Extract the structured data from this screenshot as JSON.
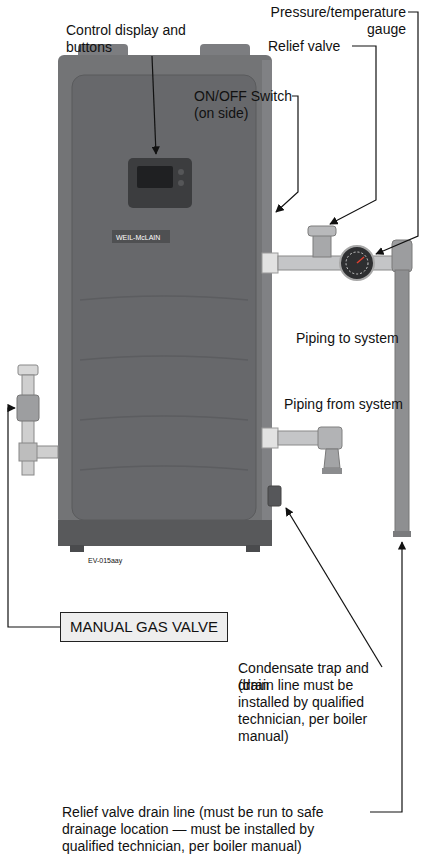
{
  "diagram": {
    "nodes": [
      {
        "text": [
          "MANUAL GAS VALVE"
        ]
      }
    ],
    "labels": [
      "Pressure/temperature gauge",
      "Control display and buttons",
      "Relief valve",
      "ON/OFF Switch (on side)",
      "Piping to system",
      "Piping from system",
      "WEIL-McLAIN",
      "EV-015aay",
      "Condensate trap and drain",
      "(drain line must be installed by qualified technician, per boiler manual)",
      "Relief valve drain line (must be run to safe drainage location — must be installed by qualified technician, per boiler manual)"
    ]
  }
}
